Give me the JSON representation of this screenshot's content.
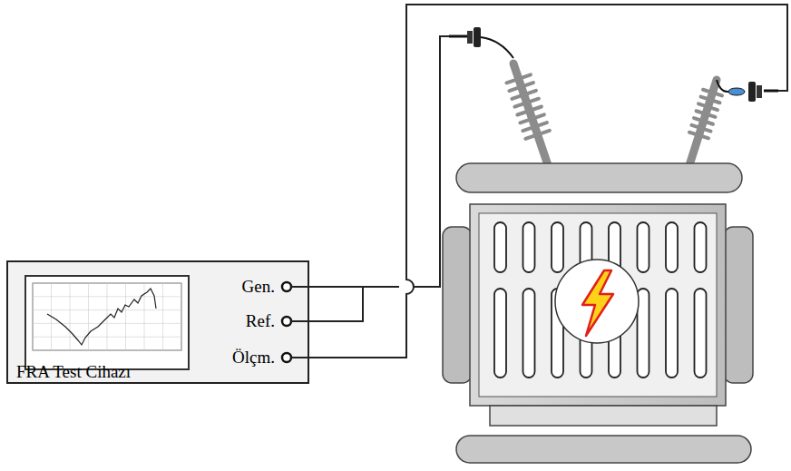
{
  "diagram": {
    "nodes": [
      {
        "text": [
          "FRA Test Cihazı"
        ]
      }
    ],
    "labels": [
      "Gen.",
      "Ref.",
      "Ölçm."
    ]
  }
}
